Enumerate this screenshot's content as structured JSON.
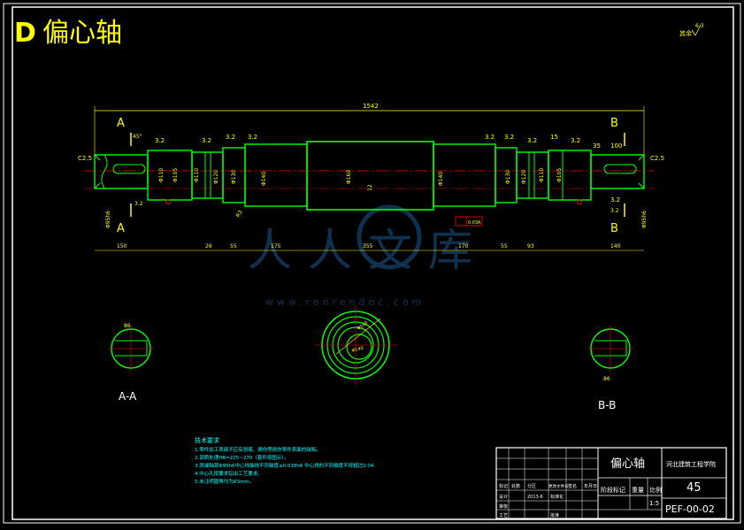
{
  "title": {
    "letter": "D",
    "name": "偏心轴"
  },
  "roughness_corner": {
    "label": "其余",
    "value": "6.3"
  },
  "dimensions": {
    "overall": "1542",
    "chamfer_left": "C2.5",
    "chamfer_right": "C2.5",
    "angle": "45°",
    "top_marks": [
      "3.2",
      "3.2",
      "3.2",
      "3.2",
      "3.2",
      "3.2",
      "3.2",
      "3.2",
      "3.2"
    ],
    "top_small": [
      "15",
      "35",
      "100"
    ],
    "diameters": [
      "Φ110",
      "Φ105",
      "Φ110",
      "Φ120",
      "Φ130",
      "Φ140",
      "Φ160",
      "Φ140",
      "Φ130",
      "Φ120",
      "Φ110",
      "Φ105"
    ],
    "offset": "12",
    "bottom": [
      "150",
      "26",
      "55",
      "175",
      "355",
      "170",
      "55",
      "93",
      "140"
    ],
    "left_key": "Φ95h6",
    "right_key": "Φ95h6",
    "r_mark": "R3",
    "small_labels": [
      "3.2",
      "3.2"
    ]
  },
  "sections": {
    "left_name": "A",
    "right_name": "B",
    "aa_label": "A-A",
    "bb_label": "B-B",
    "aa_dim": "86",
    "bb_dim": "86",
    "center_dims": [
      "Φ160",
      "Φ140"
    ]
  },
  "tolerance_box": [
    "0.03",
    "A"
  ],
  "notes": {
    "heading": "技术要求",
    "lines": [
      "1.零件加工表面不应有划痕、擦伤等损伤零件表面的缺陷。",
      "2.调质处理HB=225~270（套件按图示）。",
      "3.两端轴颈Φ95h6中心线轴线不同轴度≤0.038h6 中心线的不同轴度不得超过0.04.",
      "4.中心孔按要求钻出工艺要求。",
      "5.未注明圆角均为R3mm。"
    ]
  },
  "title_block": {
    "part_name": "偏心轴",
    "school": "河北建筑工程学院",
    "material": "45",
    "scale": "1:5",
    "drawing_no": "PEF-00-02",
    "col_stage": "阶段标记",
    "col_weight": "重量",
    "col_ratio": "比例",
    "row_labels": [
      "标记",
      "处数",
      "分区",
      "更改文件号",
      "签名",
      "年月日"
    ],
    "design": "设计",
    "date": "2013-6",
    "std": "标准化",
    "review": "审核",
    "process": "工艺",
    "approve": "批准"
  },
  "watermark": {
    "text": "人人文库",
    "url": "www.renrendoc.com"
  },
  "colors": {
    "frame": "#ffffff",
    "part": "#00ff00",
    "dim": "#ffff00",
    "center": "#ff0000",
    "note": "#00ffff",
    "watermark": "#1e5a8c"
  }
}
